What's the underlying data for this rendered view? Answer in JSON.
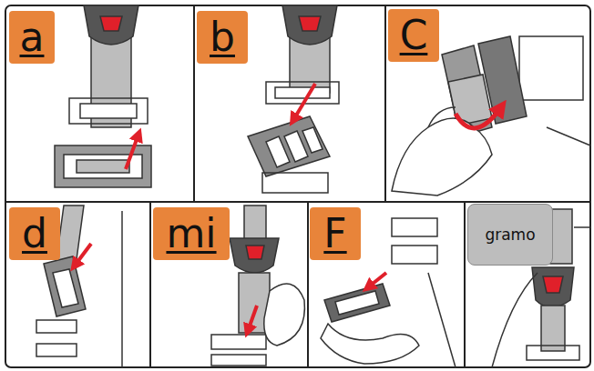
{
  "diagram": {
    "nodes": [
      {
        "text": [
          "a"
        ]
      },
      {
        "text": [
          "b"
        ]
      },
      {
        "text": [
          "C"
        ]
      },
      {
        "text": [
          "d"
        ]
      },
      {
        "text": [
          "mi"
        ]
      },
      {
        "text": [
          "F"
        ]
      },
      {
        "text": [
          "gramo"
        ]
      }
    ]
  }
}
